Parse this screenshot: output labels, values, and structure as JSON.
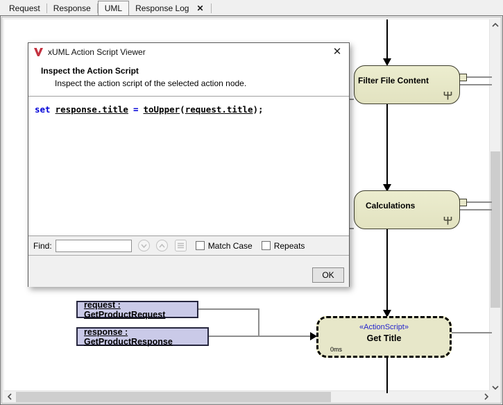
{
  "tabs": {
    "items": [
      {
        "label": "Request",
        "active": false
      },
      {
        "label": "Response",
        "active": false
      },
      {
        "label": "UML",
        "active": true
      },
      {
        "label": "Response Log",
        "active": false
      }
    ],
    "close_glyph": "✕"
  },
  "dialog": {
    "title": "xUML Action Script Viewer",
    "close_glyph": "✕",
    "heading": "Inspect the Action Script",
    "subheading": "Inspect the action script of the selected action node.",
    "code": {
      "keyword": "set",
      "lhs": "response.title",
      "operator": "=",
      "function": "toUpper",
      "open_paren": "(",
      "argument": "request.title",
      "close_paren": ");"
    },
    "find": {
      "label": "Find:",
      "value": "",
      "match_case_label": "Match Case",
      "repeats_label": "Repeats"
    },
    "ok_label": "OK"
  },
  "diagram": {
    "nodes": [
      {
        "label": "Filter File Content",
        "type": "call-behavior-action"
      },
      {
        "label": "Calculations",
        "type": "call-behavior-action"
      },
      {
        "stereotype": "«ActionScript»",
        "label": "Get Title",
        "duration": "0ms",
        "type": "action-script",
        "selected": true
      }
    ],
    "objects": [
      {
        "label": "request : GetProductRequest"
      },
      {
        "label": "response : GetProductResponse"
      }
    ]
  },
  "colors": {
    "node_fill": "#e7e7c9",
    "node_border": "#3c3c2c",
    "object_fill": "#cacae8",
    "selection_yellow": "#ffe800",
    "stereotype_blue": "#2424cc",
    "keyword_blue": "#0000d8",
    "logo_red": "#c43240",
    "connector_gray": "#8e8e8e"
  },
  "icons": {
    "logo": "xuml-logo",
    "tab_close": "close",
    "dialog_close": "close",
    "find_next": "chevron-down-circle",
    "find_previous": "chevron-up-circle",
    "highlight_all": "highlight-all-lines",
    "rake": "rake-decomposition",
    "scroll_up": "chevron-up",
    "scroll_down": "chevron-down",
    "scroll_left": "chevron-left",
    "scroll_right": "chevron-right"
  }
}
